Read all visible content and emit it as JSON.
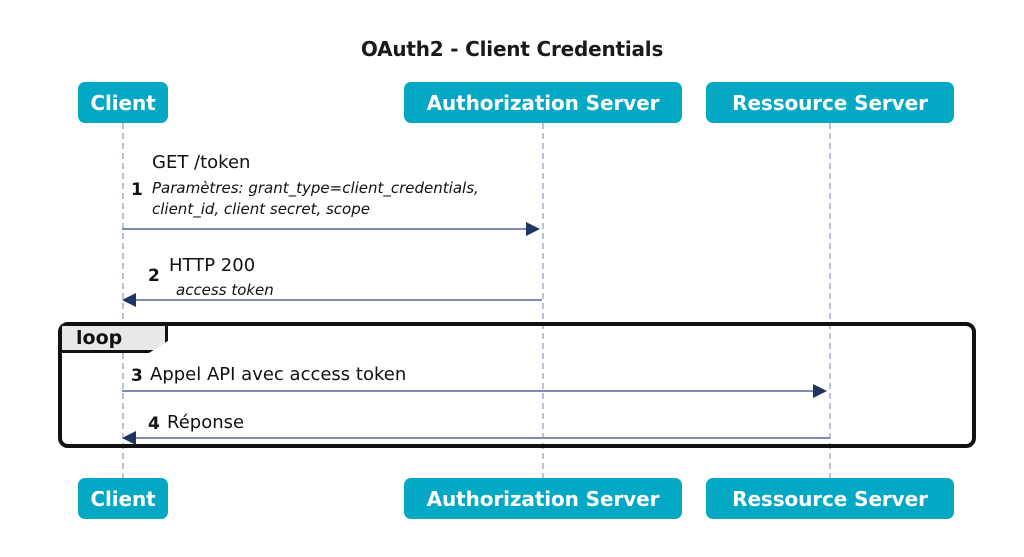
{
  "diagram": {
    "type": "sequence-diagram",
    "title": "OAuth2 - Client Credentials",
    "colors": {
      "participant_fill": "#02a8c4",
      "participant_text": "#ffffff",
      "lifeline": "#b9c4da",
      "message_line": "#7e8cb4",
      "arrowhead": "#1f3561",
      "fragment_border": "#111111",
      "fragment_label_fill": "#e8e8e8"
    },
    "participants": [
      {
        "id": "client",
        "label": "Client"
      },
      {
        "id": "auth",
        "label": "Authorization Server"
      },
      {
        "id": "resource",
        "label": "Ressource Server"
      }
    ],
    "messages": [
      {
        "number": "1",
        "label": "GET /token",
        "note": "Paramètres: grant_type=client_credentials,",
        "note2": "client_id, client secret, scope",
        "from": "client",
        "to": "auth",
        "direction": "right"
      },
      {
        "number": "2",
        "label": "HTTP 200",
        "note": "access token",
        "from": "auth",
        "to": "client",
        "direction": "left"
      },
      {
        "number": "3",
        "label": "Appel API avec access token",
        "from": "client",
        "to": "resource",
        "direction": "right"
      },
      {
        "number": "4",
        "label": "Réponse",
        "from": "resource",
        "to": "client",
        "direction": "left"
      }
    ],
    "fragments": [
      {
        "id": "loop",
        "label": "loop",
        "covers": [
          "client",
          "auth",
          "resource"
        ]
      }
    ]
  }
}
